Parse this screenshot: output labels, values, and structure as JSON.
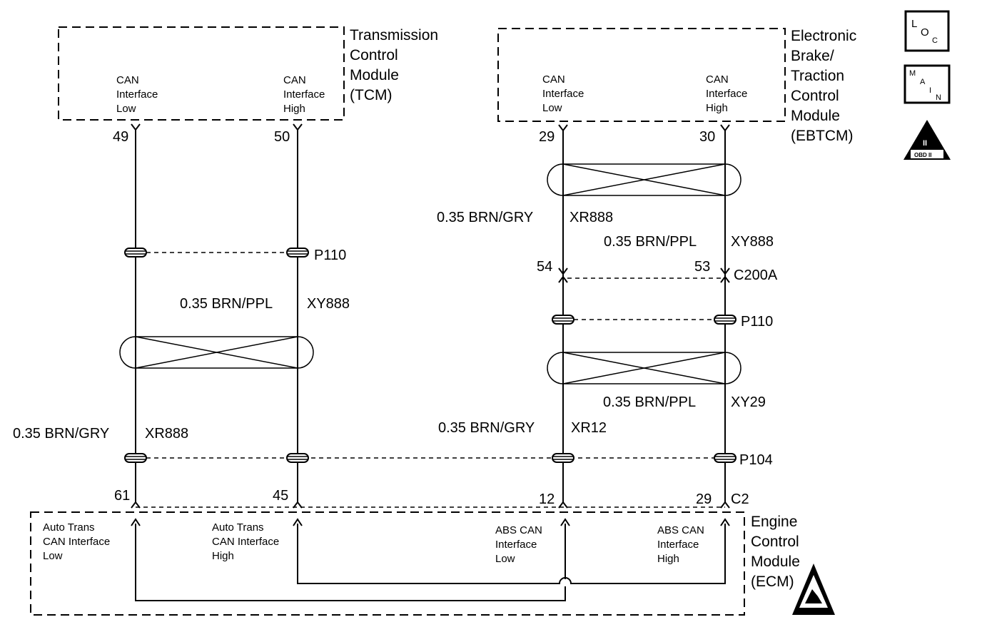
{
  "colors": {
    "ink": "#000000",
    "background": "#ffffff"
  },
  "icons": [
    "loc-icon",
    "main-icon",
    "obd2-icon",
    "esd-warning-icon"
  ],
  "modules": {
    "tcm": {
      "name": [
        "Transmission",
        "Control",
        "Module",
        "(TCM)"
      ],
      "pins": [
        {
          "label": [
            "CAN",
            "Interface",
            "Low"
          ],
          "pin": "49"
        },
        {
          "label": [
            "CAN",
            "Interface",
            "High"
          ],
          "pin": "50"
        }
      ]
    },
    "ebtcm": {
      "name": [
        "Electronic",
        "Brake/",
        "Traction",
        "Control",
        "Module",
        "(EBTCM)"
      ],
      "pins": [
        {
          "label": [
            "CAN",
            "Interface",
            "Low"
          ],
          "pin": "29"
        },
        {
          "label": [
            "CAN",
            "Interface",
            "High"
          ],
          "pin": "30"
        }
      ]
    },
    "ecm": {
      "name": [
        "Engine",
        "Control",
        "Module",
        "(ECM)"
      ],
      "connector": "C2",
      "pins": [
        {
          "label": [
            "Auto Trans",
            "CAN Interface",
            "Low"
          ],
          "pin": "61"
        },
        {
          "label": [
            "Auto Trans",
            "CAN Interface",
            "High"
          ],
          "pin": "45"
        },
        {
          "label": [
            "ABS CAN",
            "Interface",
            "Low"
          ],
          "pin": "12"
        },
        {
          "label": [
            "ABS CAN",
            "Interface",
            "High"
          ],
          "pin": "29"
        }
      ]
    }
  },
  "wires": {
    "tcm_high_upper": {
      "size_color": "0.35 BRN/PPL",
      "circuit": "XY888"
    },
    "tcm_low_lower": {
      "size_color": "0.35 BRN/GRY",
      "circuit": "XR888"
    },
    "ebtcm_low_upper": {
      "size_color": "0.35 BRN/GRY",
      "circuit": "XR888"
    },
    "ebtcm_high_upper": {
      "size_color": "0.35 BRN/PPL",
      "circuit": "XY888"
    },
    "ebtcm_high_lower": {
      "size_color": "0.35 BRN/PPL",
      "circuit": "XY29"
    },
    "ebtcm_low_lower": {
      "size_color": "0.35 BRN/GRY",
      "circuit": "XR12"
    }
  },
  "connectors": {
    "c200a": {
      "name": "C200A",
      "pin_low": "54",
      "pin_high": "53"
    }
  },
  "splices": {
    "tcm_p110": "P110",
    "ebtcm_p110": "P110",
    "p104": "P104"
  },
  "symbols": {
    "loc": [
      "L",
      "O",
      "C"
    ],
    "main": [
      "M",
      "A",
      "I",
      "N"
    ],
    "obd": [
      "II",
      "OBD II"
    ]
  }
}
